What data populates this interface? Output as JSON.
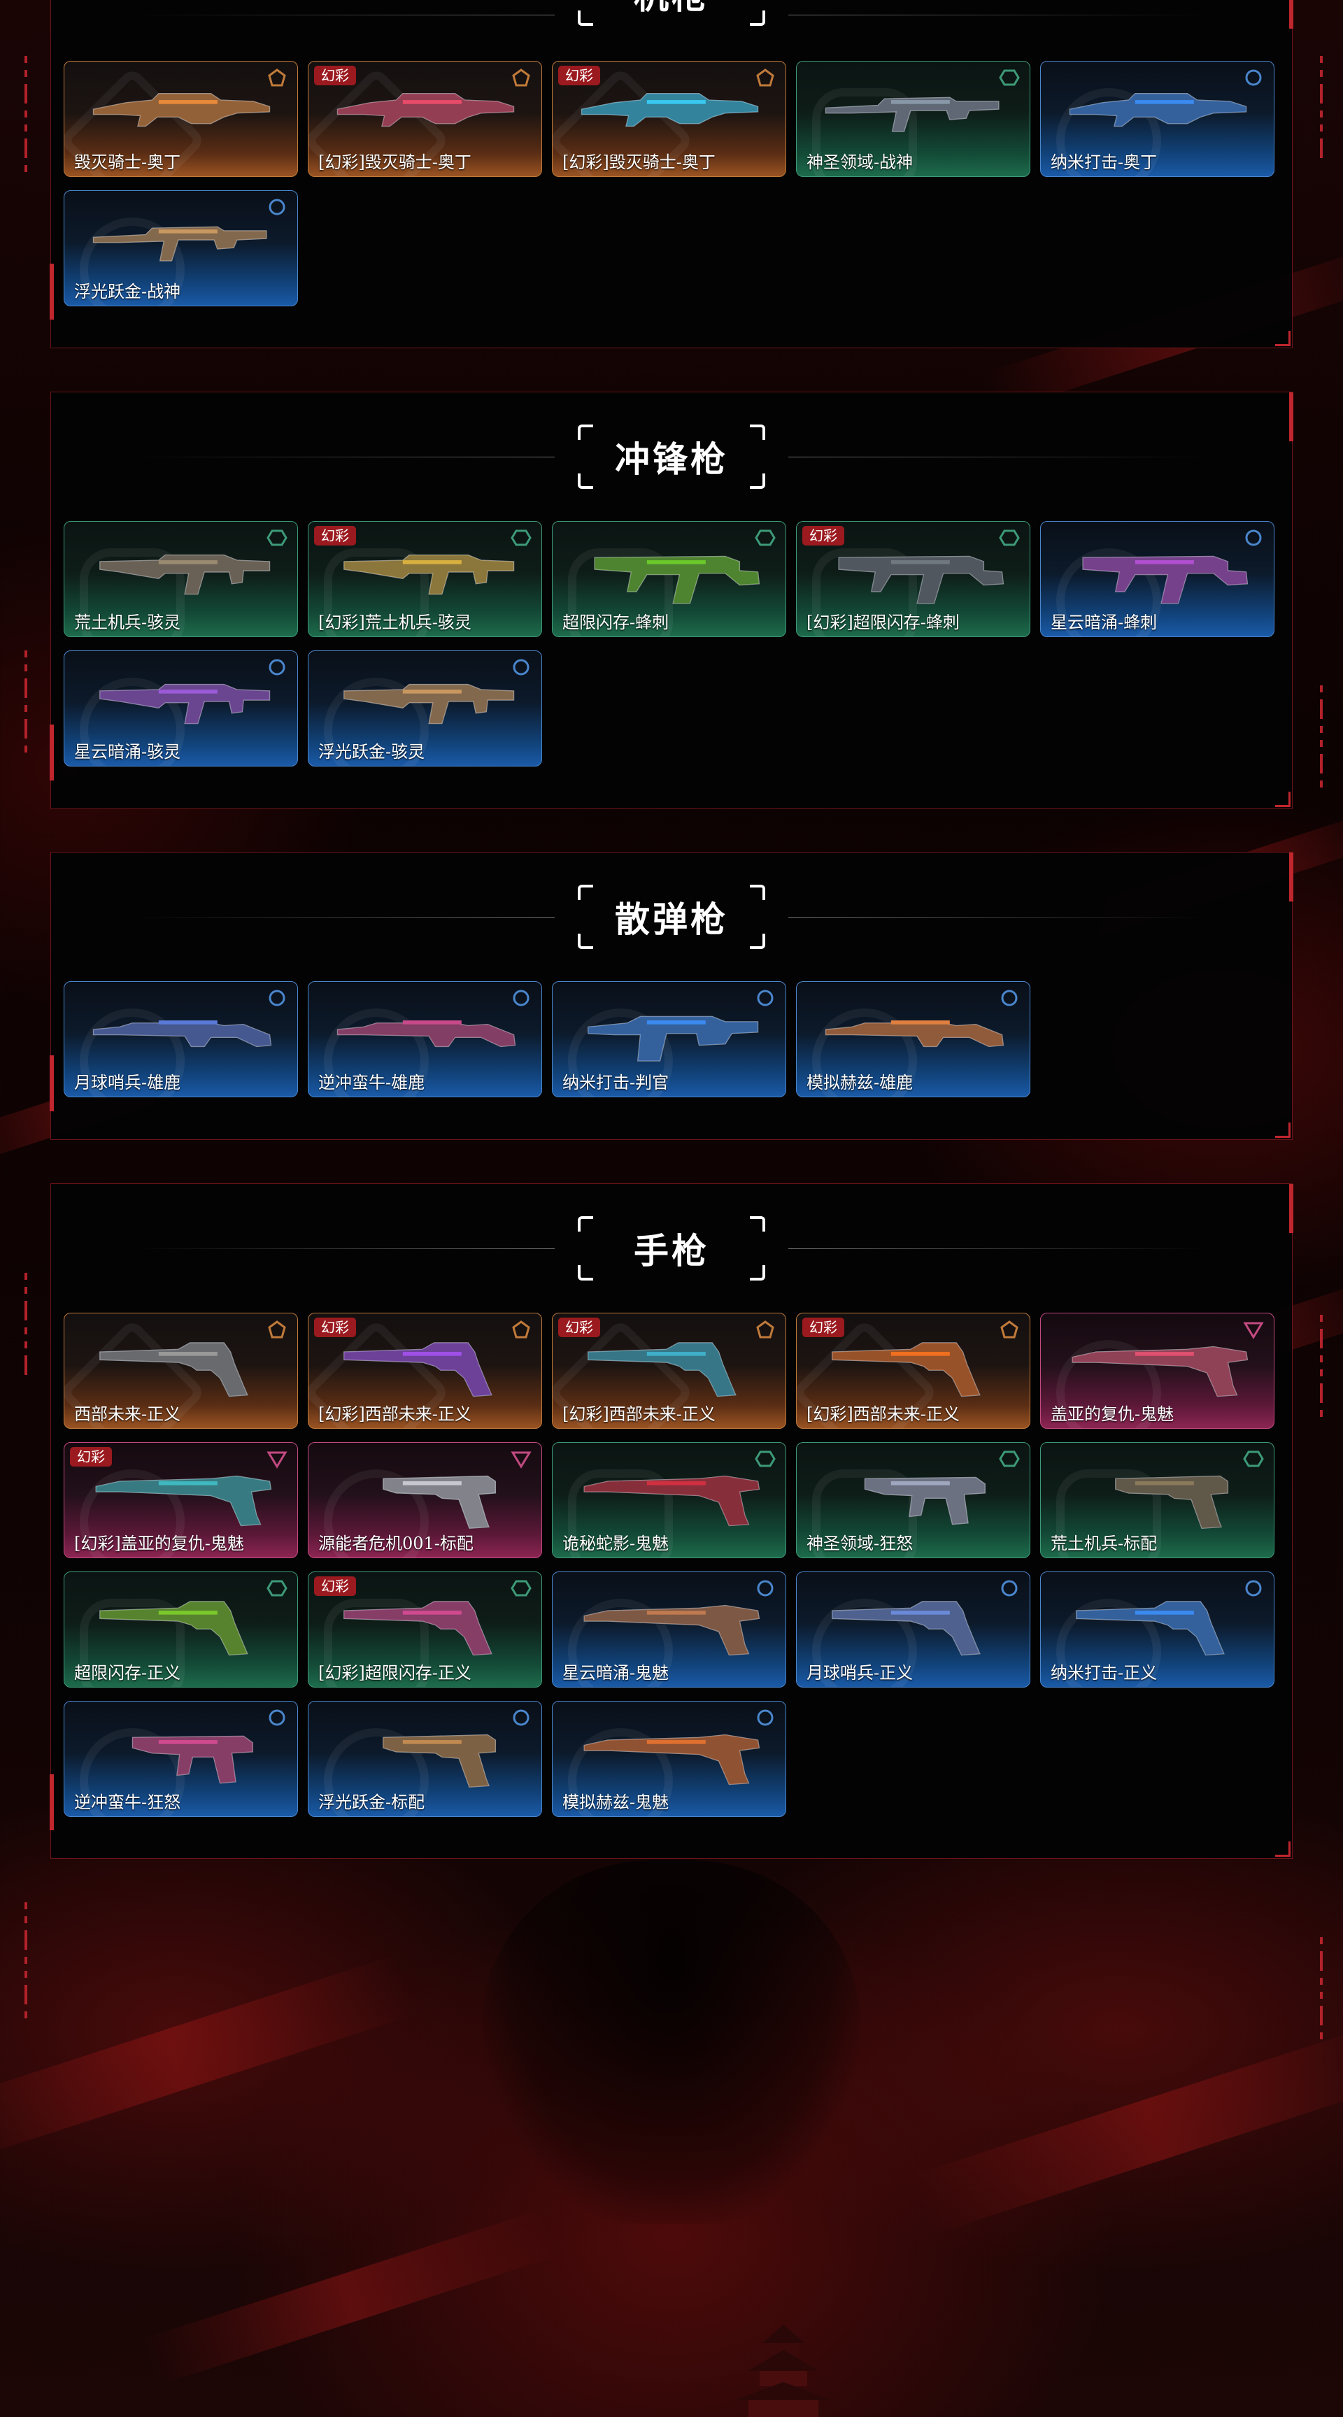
{
  "sections": [
    {
      "id": "mg",
      "title": "机枪",
      "items": [
        {
          "name": "毁灭骑士-奥丁",
          "rarity": "gold",
          "tag": "",
          "rank_icon": "pentagon-icon",
          "gun": "lmg",
          "accent": "#e88a3a"
        },
        {
          "name": "[幻彩]毁灭骑士-奥丁",
          "rarity": "gold",
          "tag": "幻彩",
          "rank_icon": "pentagon-icon",
          "gun": "lmg",
          "accent": "#e84a6a"
        },
        {
          "name": "[幻彩]毁灭骑士-奥丁",
          "rarity": "gold",
          "tag": "幻彩",
          "rank_icon": "pentagon-icon",
          "gun": "lmg",
          "accent": "#38c8f0"
        },
        {
          "name": "神圣领域-战神",
          "rarity": "green",
          "tag": "",
          "rank_icon": "hexagon-icon",
          "gun": "rifle",
          "accent": "#8898a8"
        },
        {
          "name": "纳米打击-奥丁",
          "rarity": "blue",
          "tag": "",
          "rank_icon": "circle-icon",
          "gun": "lmg",
          "accent": "#3a8af0"
        },
        {
          "name": "浮光跃金-战神",
          "rarity": "blue",
          "tag": "",
          "rank_icon": "circle-icon",
          "gun": "rifle",
          "accent": "#c89860"
        }
      ]
    },
    {
      "id": "smg",
      "title": "冲锋枪",
      "items": [
        {
          "name": "荒土机兵-骇灵",
          "rarity": "green",
          "tag": "",
          "rank_icon": "hexagon-icon",
          "gun": "smg",
          "accent": "#9a8a70"
        },
        {
          "name": "[幻彩]荒土机兵-骇灵",
          "rarity": "green",
          "tag": "幻彩",
          "rank_icon": "hexagon-icon",
          "gun": "smg",
          "accent": "#d8b040"
        },
        {
          "name": "超限闪存-蜂刺",
          "rarity": "green",
          "tag": "",
          "rank_icon": "hexagon-icon",
          "gun": "compact",
          "accent": "#6ac82a"
        },
        {
          "name": "[幻彩]超限闪存-蜂刺",
          "rarity": "green",
          "tag": "幻彩",
          "rank_icon": "hexagon-icon",
          "gun": "compact",
          "accent": "#707880"
        },
        {
          "name": "星云暗涌-蜂刺",
          "rarity": "blue",
          "tag": "",
          "rank_icon": "circle-icon",
          "gun": "compact",
          "accent": "#b050d0"
        },
        {
          "name": "星云暗涌-骇灵",
          "rarity": "blue",
          "tag": "",
          "rank_icon": "circle-icon",
          "gun": "smg",
          "accent": "#9a5ad8"
        },
        {
          "name": "浮光跃金-骇灵",
          "rarity": "blue",
          "tag": "",
          "rank_icon": "circle-icon",
          "gun": "smg",
          "accent": "#c89860"
        }
      ]
    },
    {
      "id": "sg",
      "title": "散弹枪",
      "items": [
        {
          "name": "月球哨兵-雄鹿",
          "rarity": "blue",
          "tag": "",
          "rank_icon": "circle-icon",
          "gun": "shotgun",
          "accent": "#5a7ad8"
        },
        {
          "name": "逆冲蛮牛-雄鹿",
          "rarity": "blue",
          "tag": "",
          "rank_icon": "circle-icon",
          "gun": "shotgun",
          "accent": "#c84a8a"
        },
        {
          "name": "纳米打击-判官",
          "rarity": "blue",
          "tag": "",
          "rank_icon": "circle-icon",
          "gun": "drum",
          "accent": "#3a8af0"
        },
        {
          "name": "模拟赫兹-雄鹿",
          "rarity": "blue",
          "tag": "",
          "rank_icon": "circle-icon",
          "gun": "shotgun",
          "accent": "#e08040"
        }
      ]
    },
    {
      "id": "pistol",
      "title": "手枪",
      "items": [
        {
          "name": "西部未来-正义",
          "rarity": "gold",
          "tag": "",
          "rank_icon": "pentagon-icon",
          "gun": "revolver",
          "accent": "#9a9a9a"
        },
        {
          "name": "[幻彩]西部未来-正义",
          "rarity": "gold",
          "tag": "幻彩",
          "rank_icon": "pentagon-icon",
          "gun": "revolver",
          "accent": "#a050e8"
        },
        {
          "name": "[幻彩]西部未来-正义",
          "rarity": "gold",
          "tag": "幻彩",
          "rank_icon": "pentagon-icon",
          "gun": "revolver",
          "accent": "#40b0c8"
        },
        {
          "name": "[幻彩]西部未来-正义",
          "rarity": "gold",
          "tag": "幻彩",
          "rank_icon": "pentagon-icon",
          "gun": "revolver",
          "accent": "#f07020"
        },
        {
          "name": "盖亚的复仇-鬼魅",
          "rarity": "pink",
          "tag": "",
          "rank_icon": "triangle-icon",
          "gun": "blade",
          "accent": "#e05070"
        },
        {
          "name": "[幻彩]盖亚的复仇-鬼魅",
          "rarity": "pink",
          "tag": "幻彩",
          "rank_icon": "triangle-icon",
          "gun": "blade",
          "accent": "#40b8c0"
        },
        {
          "name": "源能者危机001-标配",
          "rarity": "pink",
          "tag": "",
          "rank_icon": "triangle-icon",
          "gun": "pistol",
          "accent": "#c8c8d0"
        },
        {
          "name": "诡秘蛇影-鬼魅",
          "rarity": "green",
          "tag": "",
          "rank_icon": "hexagon-icon",
          "gun": "blade",
          "accent": "#d03040"
        },
        {
          "name": "神圣领域-狂怒",
          "rarity": "green",
          "tag": "",
          "rank_icon": "hexagon-icon",
          "gun": "machinepistol",
          "accent": "#a0a8c0"
        },
        {
          "name": "荒土机兵-标配",
          "rarity": "green",
          "tag": "",
          "rank_icon": "hexagon-icon",
          "gun": "pistol",
          "accent": "#8a7a5a"
        },
        {
          "name": "超限闪存-正义",
          "rarity": "green",
          "tag": "",
          "rank_icon": "hexagon-icon",
          "gun": "revolver",
          "accent": "#7ac82a"
        },
        {
          "name": "[幻彩]超限闪存-正义",
          "rarity": "green",
          "tag": "幻彩",
          "rank_icon": "hexagon-icon",
          "gun": "revolver",
          "accent": "#d04a90"
        },
        {
          "name": "星云暗涌-鬼魅",
          "rarity": "blue",
          "tag": "",
          "rank_icon": "circle-icon",
          "gun": "blade",
          "accent": "#c07a50"
        },
        {
          "name": "月球哨兵-正义",
          "rarity": "blue",
          "tag": "",
          "rank_icon": "circle-icon",
          "gun": "revolver",
          "accent": "#6a8ad8"
        },
        {
          "name": "纳米打击-正义",
          "rarity": "blue",
          "tag": "",
          "rank_icon": "circle-icon",
          "gun": "revolver",
          "accent": "#3a8af0"
        },
        {
          "name": "逆冲蛮牛-狂怒",
          "rarity": "blue",
          "tag": "",
          "rank_icon": "circle-icon",
          "gun": "machinepistol",
          "accent": "#d04a90"
        },
        {
          "name": "浮光跃金-标配",
          "rarity": "blue",
          "tag": "",
          "rank_icon": "circle-icon",
          "gun": "pistol",
          "accent": "#c08a50"
        },
        {
          "name": "模拟赫兹-鬼魅",
          "rarity": "blue",
          "tag": "",
          "rank_icon": "circle-icon",
          "gun": "blade",
          "accent": "#e07030"
        }
      ]
    }
  ],
  "colors": {
    "gold": "#c07a3a",
    "green": "#3d9a78",
    "blue": "#4a86cc",
    "pink": "#c24a80",
    "tag_bg": "#9b1a1f",
    "panel_border": "#6e1419"
  }
}
